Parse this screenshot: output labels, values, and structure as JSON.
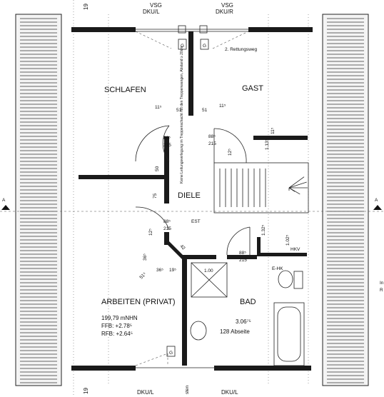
{
  "top_labels": {
    "dim_19": "19",
    "vsg_left": "VSG",
    "dku_left": "DKU/L",
    "vsg_right": "VSG",
    "dku_right": "DKU/R"
  },
  "bottom_labels": {
    "dim_19": "19",
    "dku_left": "DKU/L",
    "dku_right": "DKU/L",
    "vertical": "sten"
  },
  "rooms": {
    "schlafen": "SCHLAFEN",
    "gast": "GAST",
    "diele": "DIELE",
    "arbeiten": "ARBEITEN (PRIVAT)",
    "bad": "BAD"
  },
  "rettungsweg": "2. Rettungsweg",
  "dimensions": {
    "d11a": "11⁵",
    "d51a": "51",
    "d51b": "51",
    "d11b": "11⁵",
    "door1_w": "88⁵",
    "door1_h": "215",
    "door2_w": "88⁵",
    "door2_h": "215",
    "d11c": "11⁵",
    "d113": "1.13⁵",
    "d12a": "12⁵",
    "d50": "50",
    "d75": "75",
    "door3_w": "88⁵",
    "door3_h": "215",
    "est": "EST",
    "d132": "1.32⁵",
    "d102": "1.02⁵",
    "d12b": "12⁵",
    "d42": "42",
    "d36a": "36⁵",
    "door4_w": "88⁵",
    "door4_h": "215",
    "hkv": "HKV",
    "d36b": "36⁵",
    "d19b": "19⁵",
    "d100": "1.00",
    "d51c": "51⁵",
    "ehk": "E-HK"
  },
  "stair_note": "Keine Leitungsverlegung im Treppenschacht mit den Treppenwangen, Abstand ≥ 20cm",
  "arbeiten_info": {
    "nhn": "199,79 mNHN",
    "ffb": "FFB: +2.78⁵",
    "rfb": "RFB: +2.64⁵"
  },
  "bad_info": {
    "height": "3.06⁷⁵",
    "abseite": "128 Abseite"
  },
  "section_marks": {
    "left": "A",
    "right": "A",
    "right_note_1": "In",
    "right_note_2": "R"
  },
  "g_marks": [
    "G",
    "G",
    "G"
  ]
}
